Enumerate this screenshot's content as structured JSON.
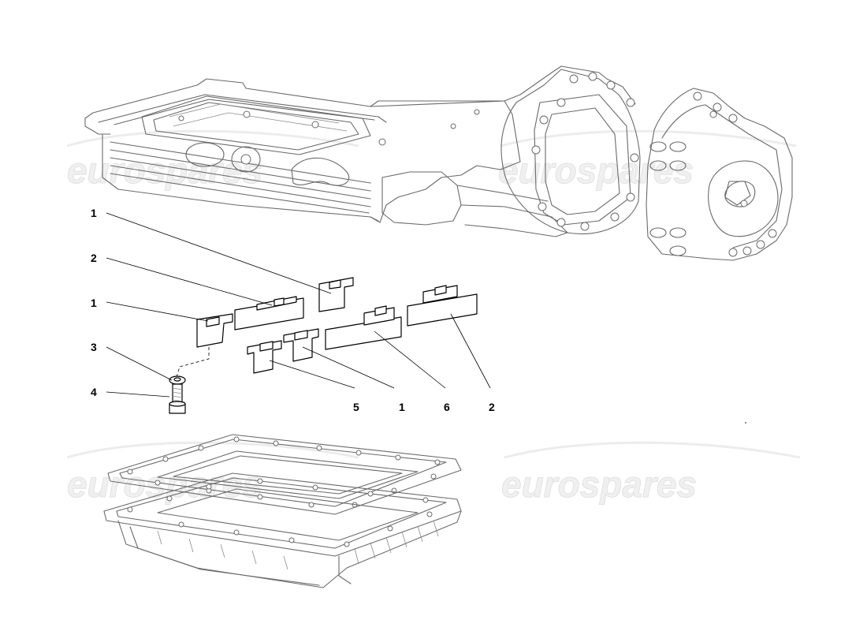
{
  "watermark": {
    "text": "eurospares"
  },
  "callouts": [
    {
      "id": "c1a",
      "label": "1"
    },
    {
      "id": "c2a",
      "label": "2"
    },
    {
      "id": "c1b",
      "label": "1"
    },
    {
      "id": "c3",
      "label": "3"
    },
    {
      "id": "c4",
      "label": "4"
    },
    {
      "id": "c5",
      "label": "5"
    },
    {
      "id": "c1c",
      "label": "1"
    },
    {
      "id": "c6",
      "label": "6"
    },
    {
      "id": "c2b",
      "label": "2"
    }
  ]
}
